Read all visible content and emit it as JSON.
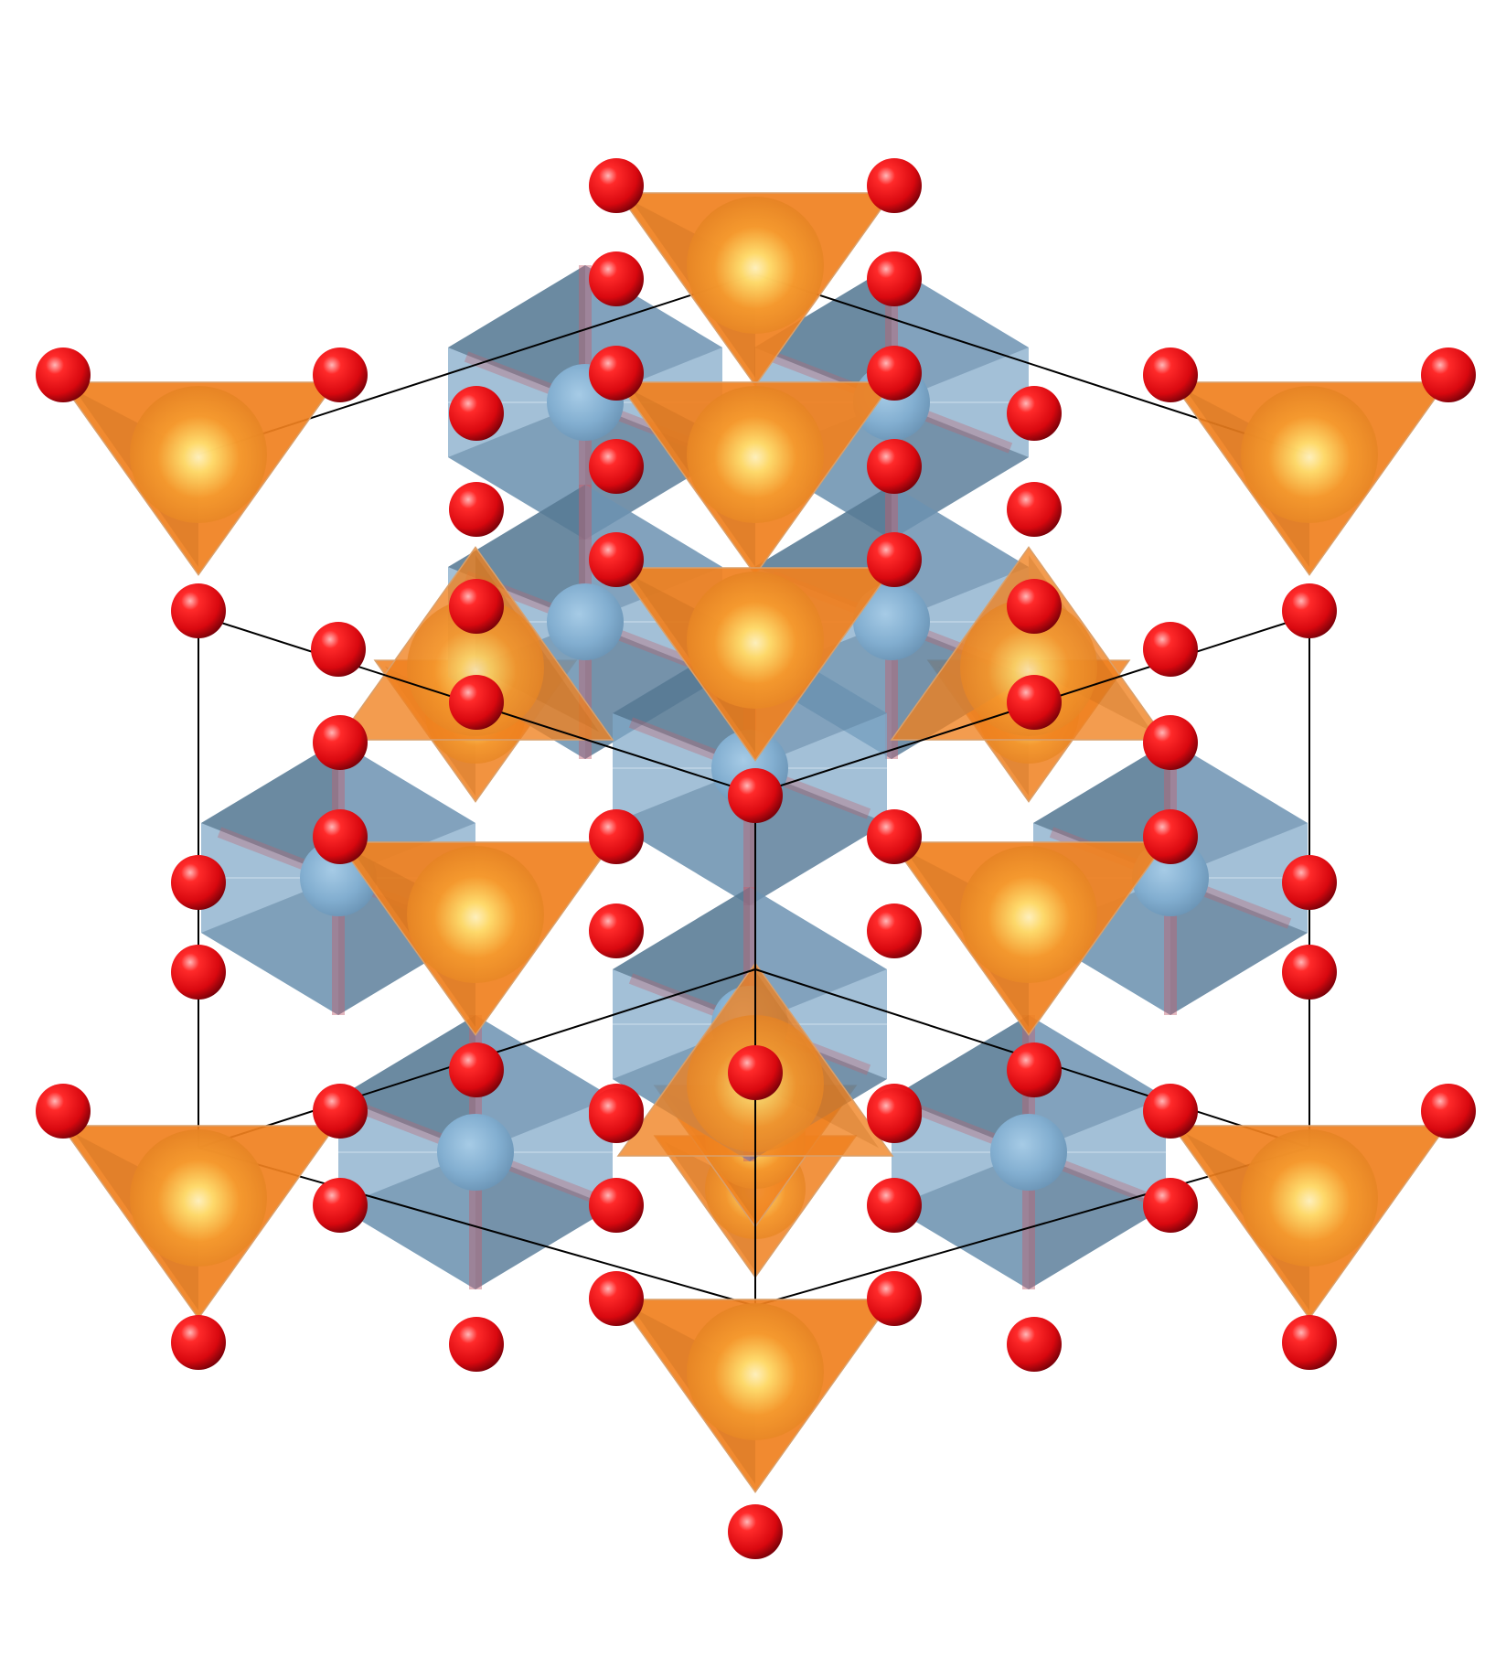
{
  "viewer": {
    "background": "#ffffff"
  },
  "colors": {
    "oxygen": "#e8141b",
    "oxygen_highlight": "#ffb0b0",
    "oxygen_shadow": "#6e0008",
    "tetrahedron_face": "#f0801e",
    "tetrahedron_face_dark": "#b86418",
    "tetrahedron_center_highlight": "#fff6b8",
    "octahedron_face": "#7fa8c8",
    "octahedron_face_dark": "#3e5c74",
    "octahedron_center": "#86b3d6",
    "bond": "#c0606e",
    "cell_edge": "#000000"
  },
  "legend": [],
  "structure": {
    "polyhedra": [
      {
        "kind": "tetrahedron",
        "count": 16
      },
      {
        "kind": "octahedron",
        "count": 10
      }
    ],
    "atoms": [
      {
        "element": "O",
        "color_key": "oxygen"
      }
    ],
    "unit_cell_shown": true
  }
}
